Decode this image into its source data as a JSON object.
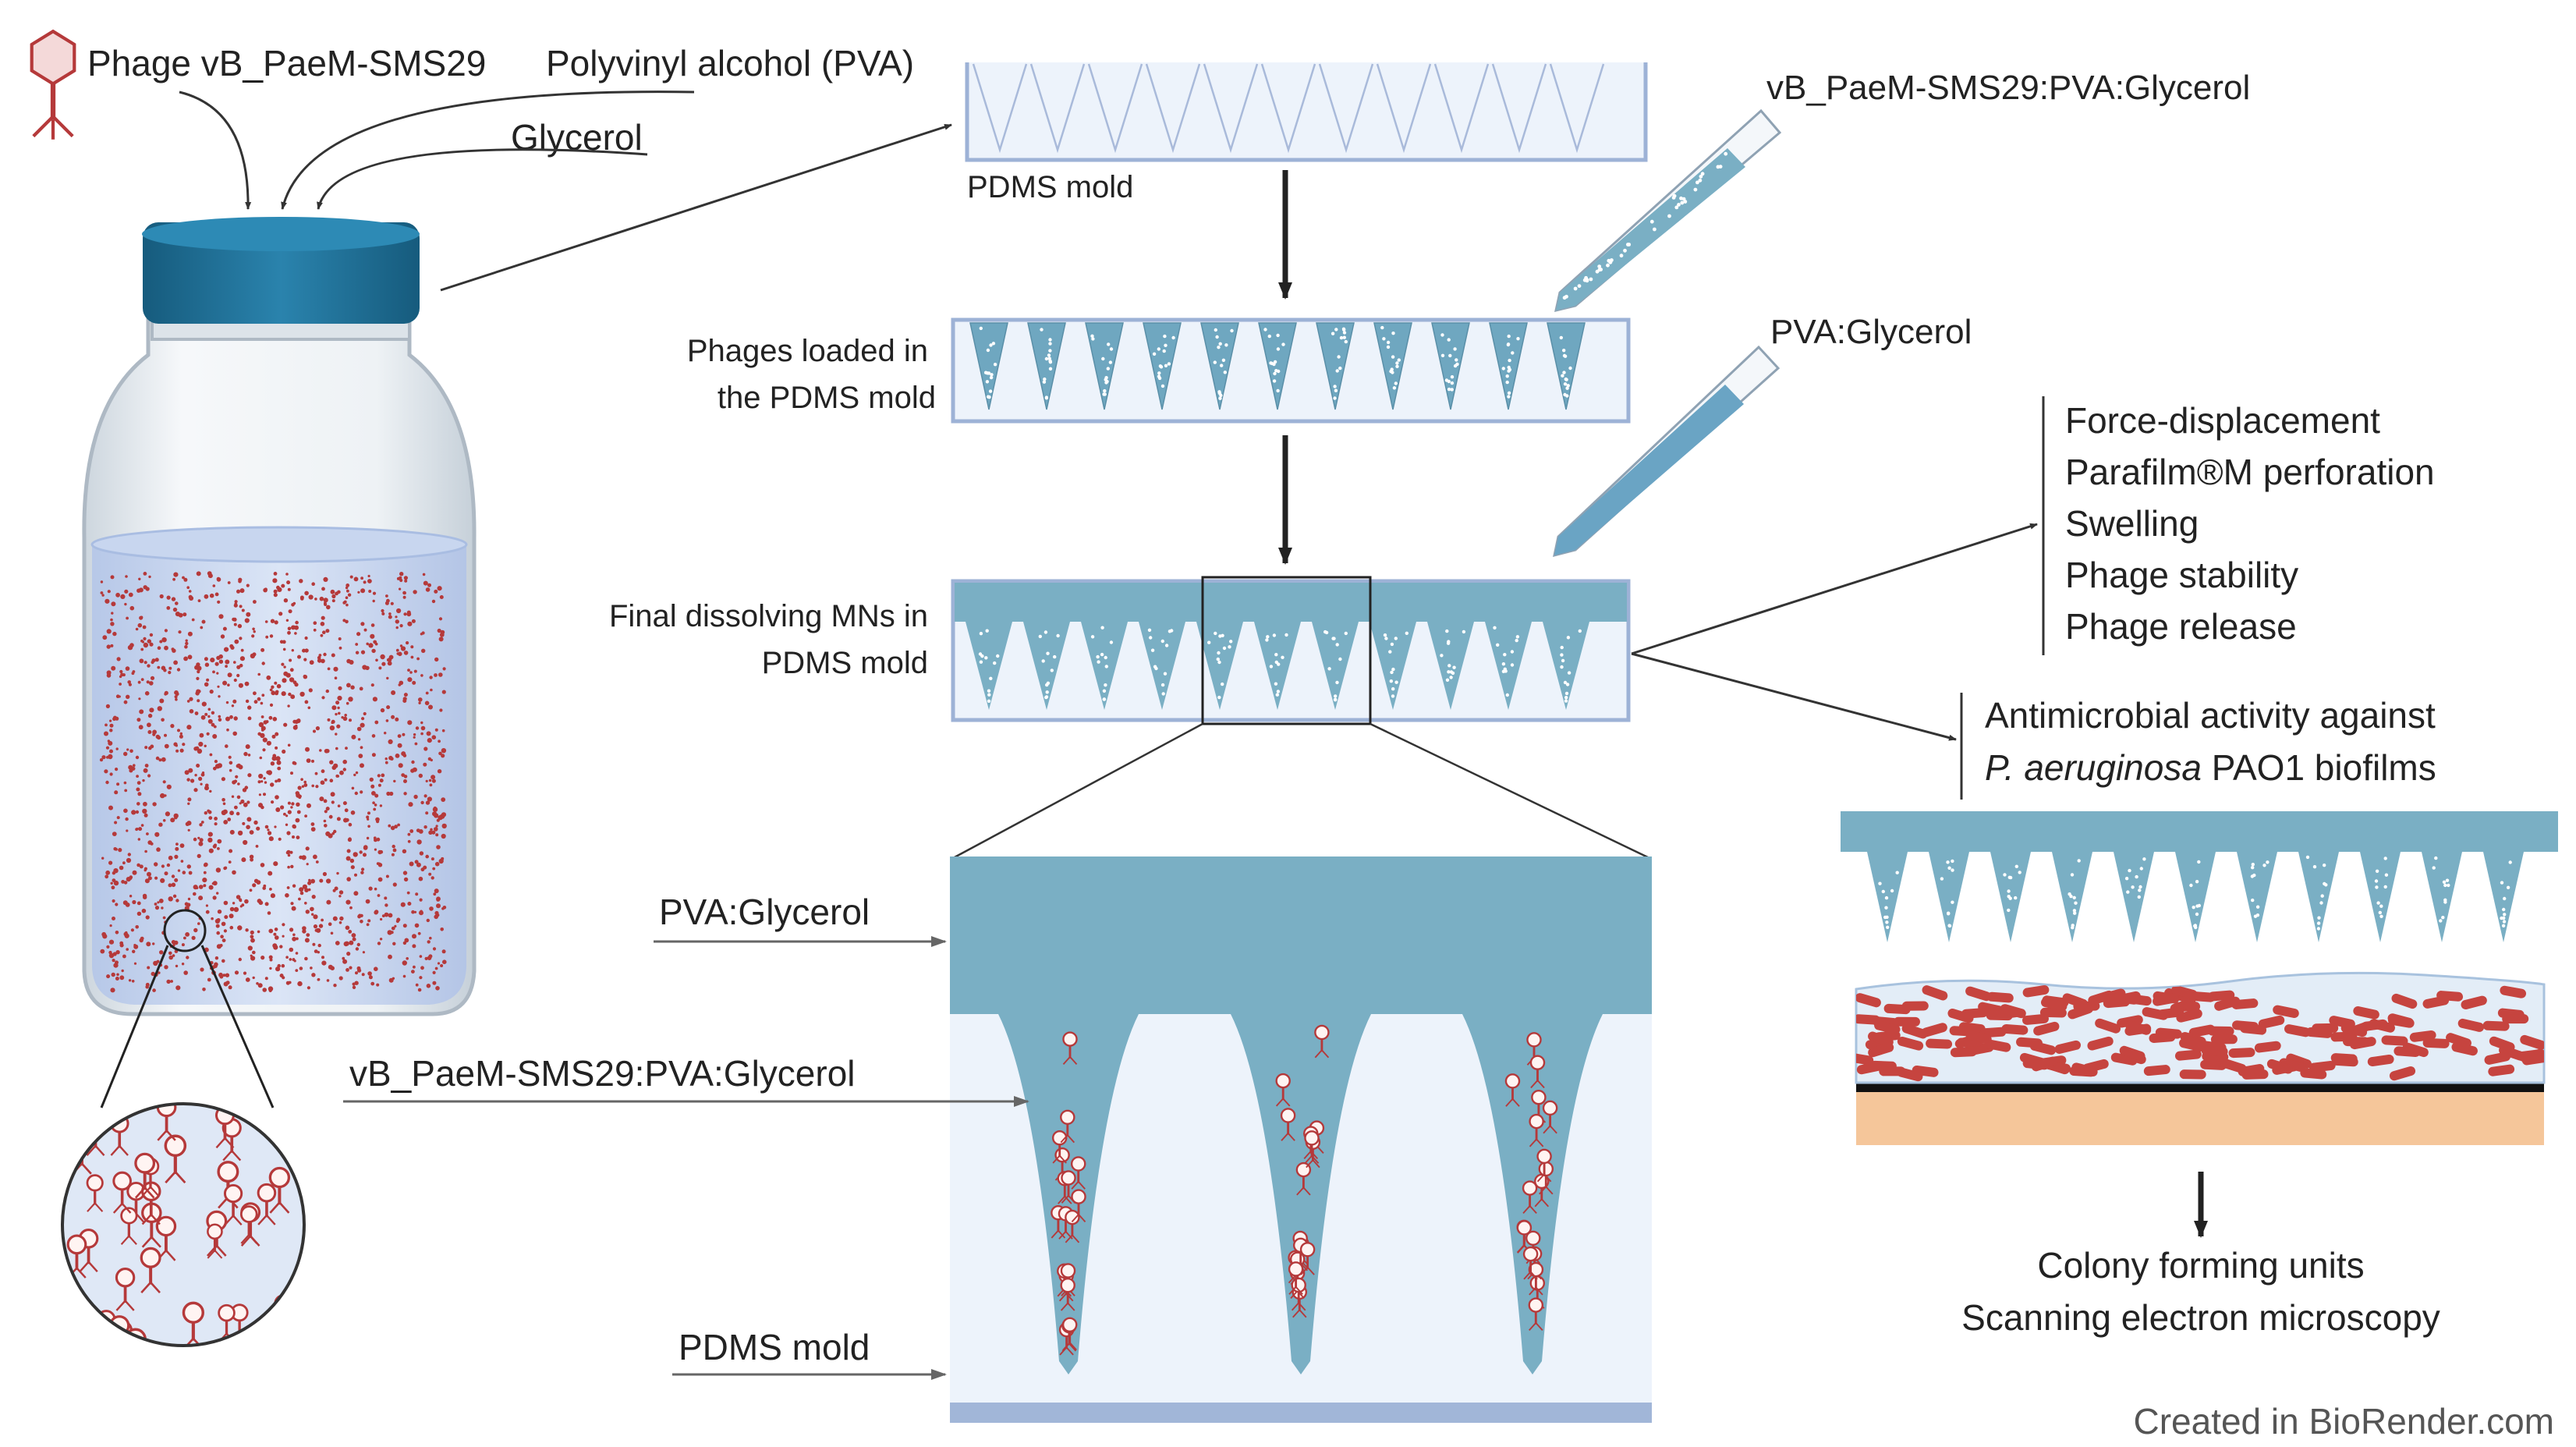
{
  "colors": {
    "pva_glycerol": "#7aafc4",
    "mold_fill": "#edf3fb",
    "mold_border": "#9db2d6",
    "phage_red": "#b5393a",
    "cap_blue": "#1f6d92",
    "skin": "#f5c69a",
    "bacteria": "#c6443f"
  },
  "labels": {
    "phage_name": "Phage vB_PaeM-SMS29",
    "pva": "Polyvinyl alcohol (PVA)",
    "glycerol": "Glycerol",
    "pdms_mold_top": "PDMS mold",
    "pipette1": "vB_PaeM-SMS29:PVA:Glycerol",
    "loaded_line1": "Phages loaded in",
    "loaded_line2": "the PDMS mold",
    "pipette2": "PVA:Glycerol",
    "final_line1": "Final dissolving MNs in",
    "final_line2": "PDMS mold",
    "zoom_pva": "PVA:Glycerol",
    "zoom_phage": "vB_PaeM-SMS29:PVA:Glycerol",
    "zoom_pdms": "PDMS mold",
    "antimicrobial_line1": "Antimicrobial activity against",
    "antimicrobial_italic": "P. aeruginosa",
    "antimicrobial_rest": " PAO1 biofilms",
    "cfu": "Colony forming units",
    "sem": "Scanning electron microscopy",
    "credit": "Created in BioRender.com"
  },
  "tests": [
    "Force-displacement",
    "Parafilm®M perforation",
    "Swelling",
    "Phage stability",
    "Phage release"
  ]
}
